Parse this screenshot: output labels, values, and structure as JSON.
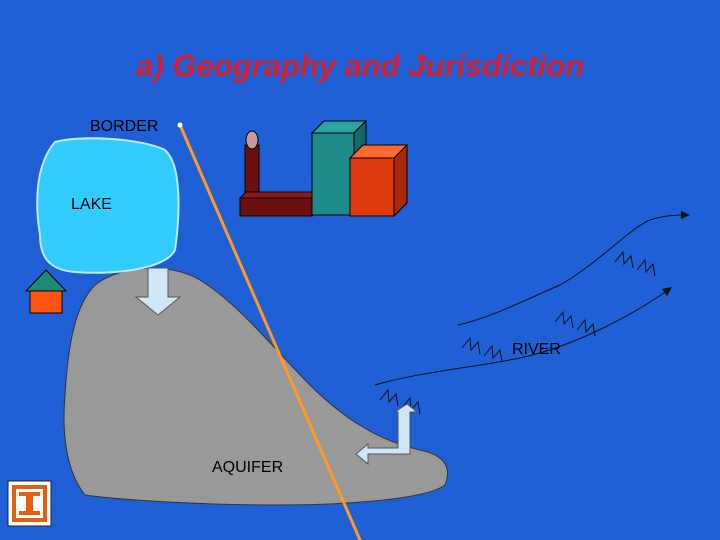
{
  "slide": {
    "title": "a) Geography and Jurisdiction"
  },
  "labels": {
    "border": "BORDER",
    "lake": "LAKE",
    "river": "RIVER",
    "aquifer": "AQUIFER"
  },
  "colors": {
    "background": "#1f5fd6",
    "title": "#d02030",
    "lake": "#33ccff",
    "aquifer": "#999999",
    "border_line": "#ff9922",
    "river_lines": "#111111",
    "arrows": "#cfe6f7",
    "factory_stack": "#6e0f0f",
    "factory_teal": "#1f8a8a",
    "factory_red": "#dd3a10",
    "house_roof": "#1f8a7a",
    "house_body": "#ff5511",
    "logo": "#e06010"
  },
  "icons": {
    "logo": "university-logo-icon",
    "factory": "factory-icon",
    "house": "house-icon"
  }
}
